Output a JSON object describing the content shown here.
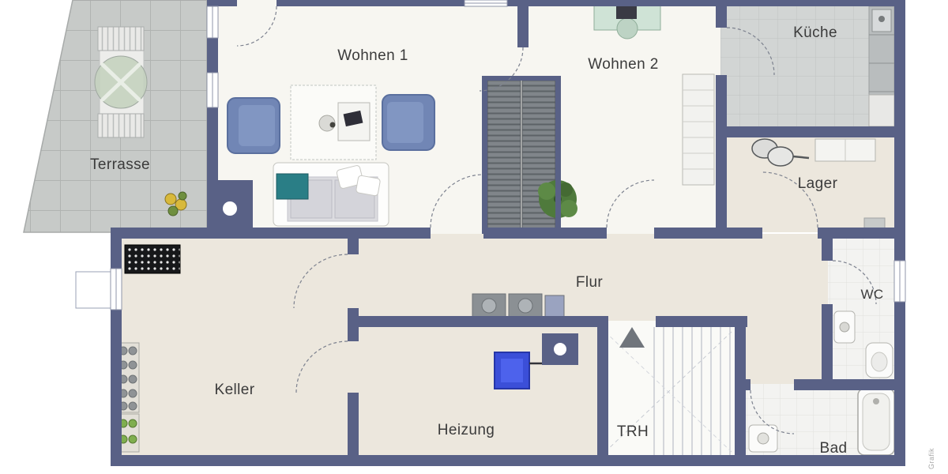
{
  "watermark": "Grafik",
  "rooms": {
    "terrasse": {
      "label": "Terrasse"
    },
    "wohnen1": {
      "label": "Wohnen 1"
    },
    "wohnen2": {
      "label": "Wohnen 2"
    },
    "kueche": {
      "label": "Küche"
    },
    "lager": {
      "label": "Lager"
    },
    "flur": {
      "label": "Flur"
    },
    "wc": {
      "label": "WC"
    },
    "keller": {
      "label": "Keller"
    },
    "heizung": {
      "label": "Heizung"
    },
    "trh": {
      "label": "TRH"
    },
    "bad": {
      "label": "Bad"
    }
  },
  "colors": {
    "wall": "#596186",
    "floor_beige": "#ece7dd",
    "floor_white": "#f7f6f1",
    "terrace_tile": "#c7cac8",
    "kitchen_tile": "#d2d5d4",
    "bath_tile": "#f3f3f1",
    "boiler_blue": "#3b4fd8",
    "sofa_blue": "#7186b5",
    "teal": "#2a7e86",
    "plant_green": "#4f7a3c"
  }
}
